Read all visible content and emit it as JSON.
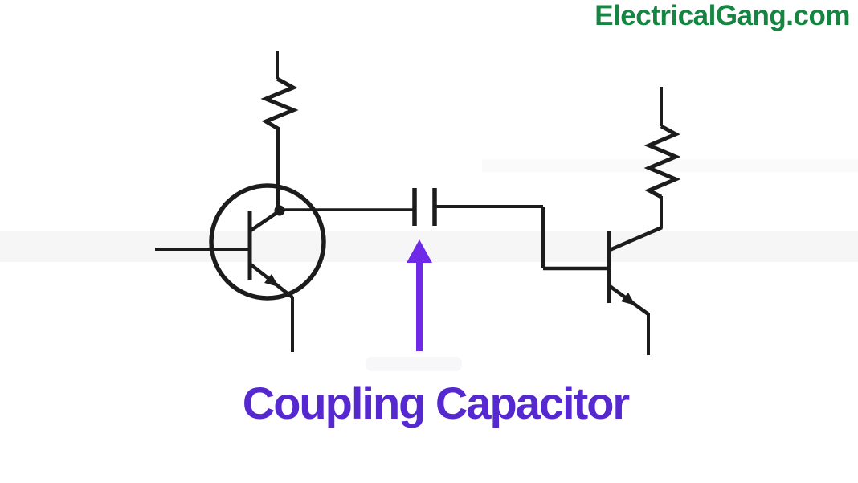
{
  "brand": {
    "text": "ElectricalGang.com",
    "color": "#148642"
  },
  "annotation": {
    "label": "Coupling Capacitor",
    "label_color": "#5628d0",
    "arrow_color": "#6e2ae8"
  },
  "circuit": {
    "line_color": "#1c1c1c",
    "description": "Two-stage transistor amplifier coupled by a capacitor",
    "components": [
      {
        "id": "left-collector-resistor",
        "type": "resistor"
      },
      {
        "id": "left-transistor",
        "type": "npn-transistor",
        "style": "circled envelope with junction dot"
      },
      {
        "id": "coupling-capacitor",
        "type": "capacitor"
      },
      {
        "id": "right-collector-resistor",
        "type": "resistor"
      },
      {
        "id": "right-transistor",
        "type": "npn-transistor"
      }
    ]
  }
}
